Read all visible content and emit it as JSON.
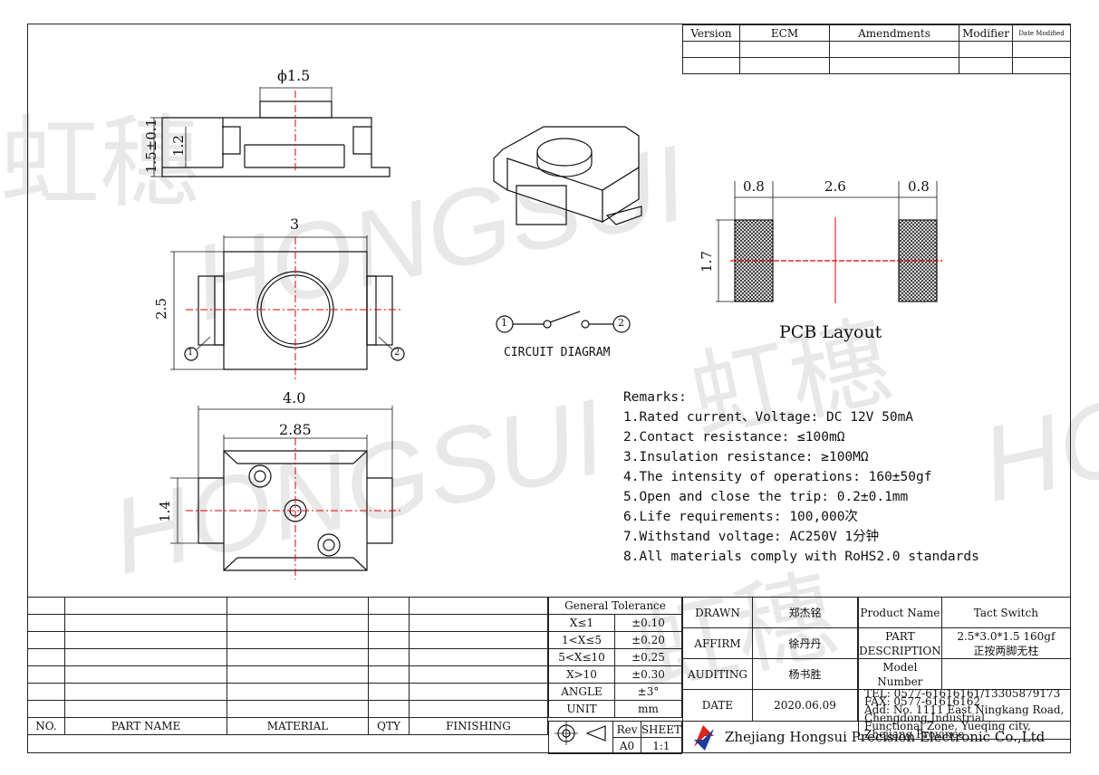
{
  "watermark": {
    "latin": "HONGSUI",
    "cjk": "虹穗"
  },
  "revision_table": {
    "headers": [
      "Version",
      "ECM",
      "Amendments",
      "Modifier",
      "Date Modified"
    ]
  },
  "dimensions": {
    "top_dia": "ϕ1.5",
    "top_height": "1.5±0.1",
    "top_inner": "1.2",
    "front_width": "3",
    "front_height": "2.5",
    "front_pin1": "1",
    "front_pin2": "2",
    "bottom_width": "4.0",
    "bottom_inner": "2.85",
    "bottom_height": "1.4",
    "pcb_pad1": "0.8",
    "pcb_gap": "2.6",
    "pcb_pad2": "0.8",
    "pcb_height": "1.7"
  },
  "circuit": {
    "pin1": "1",
    "pin2": "2",
    "label": "CIRCUIT DIAGRAM"
  },
  "pcb_label": "PCB Layout",
  "remarks": {
    "title": "Remarks:",
    "items": [
      "1.Rated current、Voltage: DC 12V 50mA",
      "2.Contact resistance: ≤100mΩ",
      "3.Insulation resistance: ≥100MΩ",
      "4.The intensity of operations: 160±50gf",
      "5.Open and close the trip: 0.2±0.1mm",
      "6.Life requirements: 100,000次",
      "7.Withstand voltage: AC250V 1分钟",
      "8.All materials comply with RoHS2.0 standards"
    ]
  },
  "parts_table": {
    "headers": [
      "NO.",
      "PART NAME",
      "MATERIAL",
      "QTY",
      "FINISHING"
    ]
  },
  "tolerance": {
    "title": "General Tolerance",
    "rows": [
      [
        "X≤1",
        "±0.10"
      ],
      [
        "1<X≤5",
        "±0.20"
      ],
      [
        "5<X≤10",
        "±0.25"
      ],
      [
        "X>10",
        "±0.30"
      ],
      [
        "ANGLE",
        "±3°"
      ],
      [
        "UNIT",
        "mm"
      ]
    ]
  },
  "signoff": {
    "drawn_label": "DRAWN",
    "drawn_name": "郑杰铭",
    "affirm_label": "AFFIRM",
    "affirm_name": "徐丹丹",
    "auditing_label": "AUDITING",
    "auditing_name": "杨书胜",
    "date_label": "DATE",
    "date_value": "2020.06.09"
  },
  "product": {
    "name_label": "Product Name",
    "name_value": "Tact Switch",
    "desc_label": "PART DESCRIPTION",
    "desc_line1": "2.5*3.0*1.5 160gf",
    "desc_line2": "正按两脚无柱",
    "model_label": "Model Number",
    "model_value": "",
    "contact_line1": "TEL: 0577-61616161/13305879173   FAX: 0577-61616162",
    "contact_line2": "Add: No. 1111 East Ningkang Road, Chengdong Industrial",
    "contact_line3": "Functional Zone, Yueqing city, Zhejiang Province"
  },
  "rev_box": {
    "rev_label": "Rev",
    "rev_value": "A0",
    "sheet_label": "SHEET",
    "sheet_value": "1:1"
  },
  "company_name": "Zhejiang Hongsui Precision Electronic Co.,Ltd",
  "colors": {
    "centerline": "#e00000",
    "line": "#111111",
    "logo_red": "#d9261c",
    "logo_blue": "#1d3f9a"
  }
}
